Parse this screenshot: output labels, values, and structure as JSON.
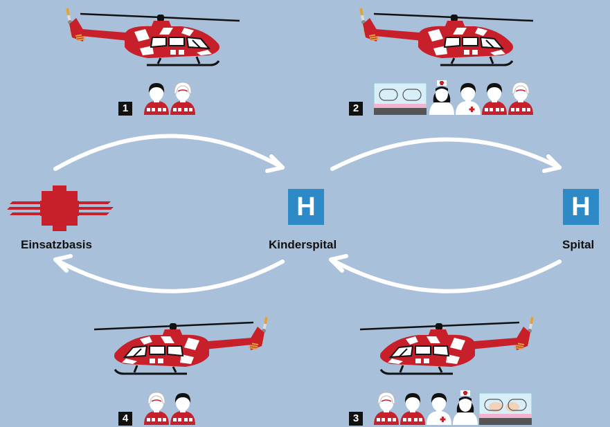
{
  "locations": {
    "base": "Einsatzbasis",
    "childrens_hospital": "Kinderspital",
    "hospital": "Spital"
  },
  "hospital_symbol": "H",
  "steps": [
    {
      "number": "1",
      "crew": [
        "paramedic",
        "paramedic"
      ],
      "incubator": false
    },
    {
      "number": "2",
      "crew": [
        "nurse",
        "doctor",
        "paramedic",
        "paramedic"
      ],
      "incubator": true,
      "incubator_content": "empty"
    },
    {
      "number": "3",
      "crew": [
        "paramedic",
        "paramedic",
        "doctor",
        "nurse"
      ],
      "incubator": true,
      "incubator_content": "baby"
    },
    {
      "number": "4",
      "crew": [
        "paramedic",
        "paramedic"
      ],
      "incubator": false
    }
  ],
  "icons": [
    "helicopter-icon",
    "red-cross-icon",
    "hospital-icon",
    "incubator-icon",
    "paramedic-icon",
    "nurse-icon",
    "doctor-icon",
    "arrow-icon"
  ],
  "colors": {
    "background": "#a8c0d9",
    "helicopter_red": "#c8202a",
    "hospital_blue": "#2d8ac7",
    "arrow": "#ffffff",
    "text": "#111111"
  }
}
